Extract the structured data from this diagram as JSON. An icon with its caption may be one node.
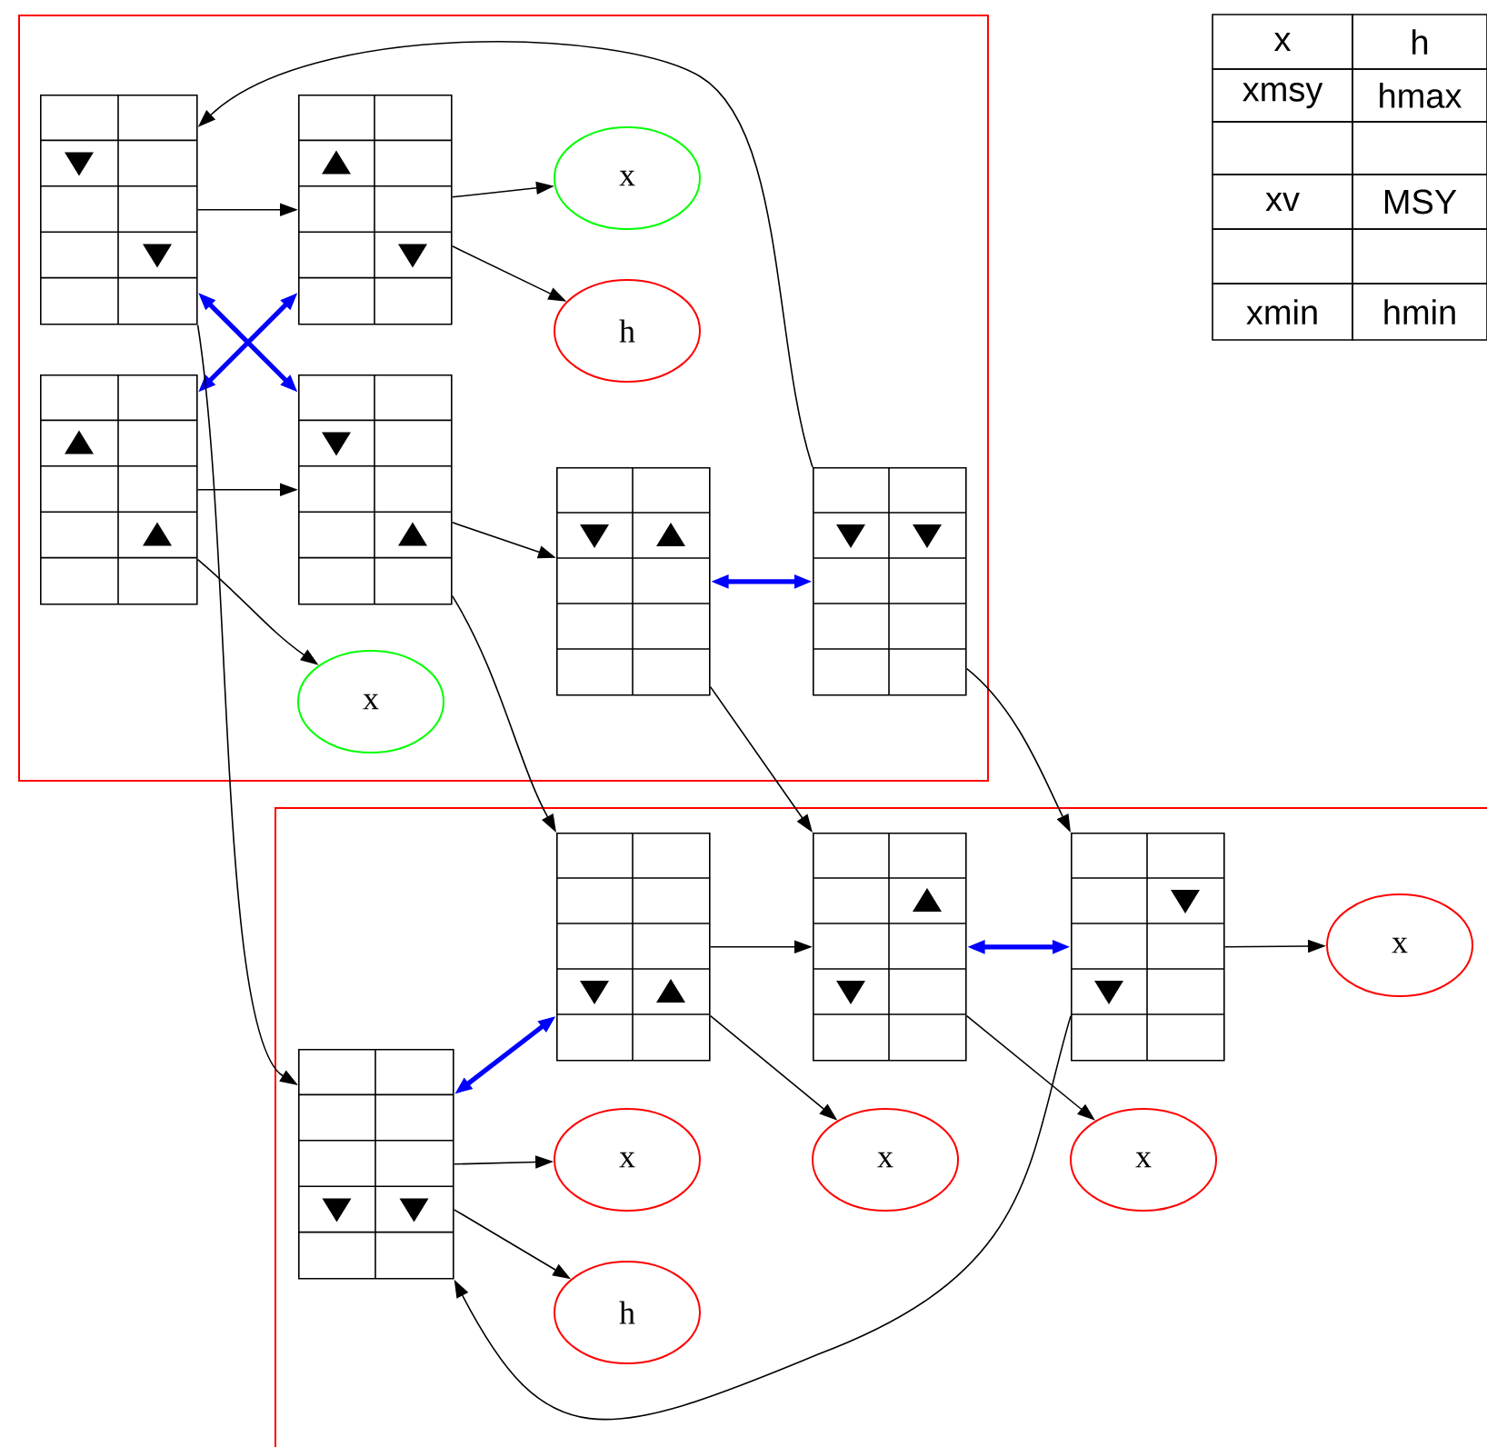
{
  "diagram": {
    "nodes": [
      {
        "text": [],
        "shape": "box"
      },
      {
        "text": [],
        "shape": "box",
        "in": 0
      },
      {
        "text": [],
        "shape": "box",
        "in": 0
      },
      {
        "text": [
          "x"
        ],
        "in": 0
      },
      {
        "text": [
          "h"
        ],
        "in": 0
      },
      {
        "text": [],
        "shape": "box",
        "in": 0
      },
      {
        "text": [],
        "shape": "box",
        "in": 0
      },
      {
        "text": [],
        "shape": "box",
        "in": 0
      },
      {
        "text": [],
        "shape": "box",
        "in": 0
      },
      {
        "text": [
          "x"
        ],
        "in": 0
      },
      {
        "text": [],
        "shape": "box"
      },
      {
        "text": [],
        "shape": "box",
        "in": 10
      },
      {
        "text": [],
        "shape": "box",
        "in": 10
      },
      {
        "text": [],
        "shape": "box",
        "in": 10
      },
      {
        "text": [
          "x"
        ],
        "in": 10
      },
      {
        "text": [],
        "shape": "box",
        "in": 10
      },
      {
        "text": [
          "x"
        ],
        "in": 10
      },
      {
        "text": [
          "x"
        ],
        "in": 10
      },
      {
        "text": [
          "x"
        ],
        "in": 10
      },
      {
        "text": [
          "h"
        ],
        "in": 10
      }
    ],
    "edges": [
      {
        "from": 1,
        "to": 2,
        "arrow": "to"
      },
      {
        "from": 2,
        "to": 3,
        "arrow": "to"
      },
      {
        "from": 2,
        "to": 4,
        "arrow": "to"
      },
      {
        "from": 1,
        "to": 6,
        "arrow": "both",
        "style": "thick",
        "color": "#0000ff"
      },
      {
        "from": 5,
        "to": 2,
        "arrow": "both",
        "style": "thick",
        "color": "#0000ff"
      },
      {
        "from": 5,
        "to": 6,
        "arrow": "to"
      },
      {
        "from": 5,
        "to": 9,
        "arrow": "to"
      },
      {
        "from": 6,
        "to": 7,
        "arrow": "to"
      },
      {
        "from": 7,
        "to": 8,
        "arrow": "both",
        "style": "thick",
        "color": "#0000ff"
      },
      {
        "from": 8,
        "to": 1,
        "arrow": "to"
      },
      {
        "from": 1,
        "to": 15,
        "arrow": "to"
      },
      {
        "from": 6,
        "to": 11,
        "arrow": "to"
      },
      {
        "from": 7,
        "to": 12,
        "arrow": "to"
      },
      {
        "from": 8,
        "to": 13,
        "arrow": "to"
      },
      {
        "from": 11,
        "to": 15,
        "arrow": "both",
        "style": "thick",
        "color": "#0000ff"
      },
      {
        "from": 11,
        "to": 12,
        "arrow": "to"
      },
      {
        "from": 12,
        "to": 13,
        "arrow": "both",
        "style": "thick",
        "color": "#0000ff"
      },
      {
        "from": 13,
        "to": 14,
        "arrow": "to"
      },
      {
        "from": 11,
        "to": 17,
        "arrow": "to"
      },
      {
        "from": 12,
        "to": 18,
        "arrow": "to"
      },
      {
        "from": 15,
        "to": 16,
        "arrow": "to"
      },
      {
        "from": 15,
        "to": 19,
        "arrow": "to"
      },
      {
        "from": 13,
        "to": 15,
        "arrow": "to"
      }
    ],
    "labels": [
      "x",
      "h",
      "xmsy",
      "hmax",
      "xv",
      "MSY",
      "xmin",
      "hmin"
    ]
  }
}
